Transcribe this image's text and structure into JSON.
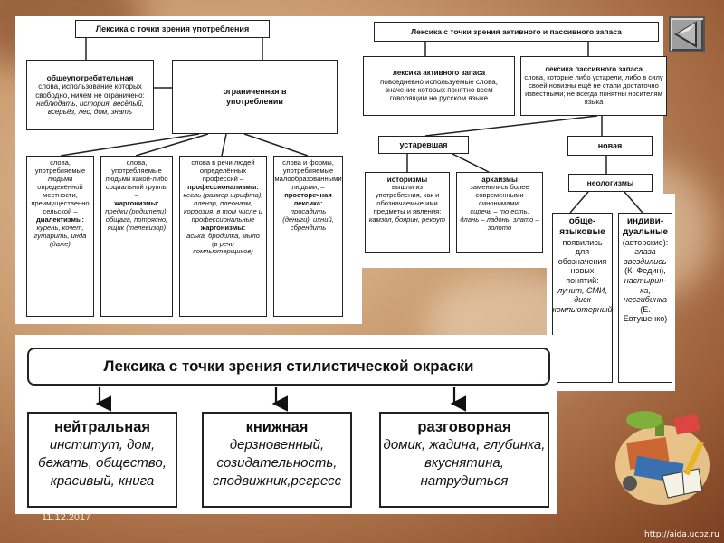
{
  "usage": {
    "title": "Лексика с точки зрения употребления",
    "common": {
      "title": "общеупотребительная",
      "text": "слова, использование которых свободно, ничем не ограничено:",
      "examples": "наблюдать, история, весёлый, всерьёз, лес, дом, знать"
    },
    "restricted": {
      "title": "ограниченная в употреблении"
    },
    "dialect": {
      "text": "слова, употребляемые людьми определённой местности, преимущественно сельской –",
      "term": "диалектизмы:",
      "examples": "курень, кочет, гутарить, инда (даже)"
    },
    "jargon": {
      "text": "слова, употребляемые людьми какой-либо социальной группы –",
      "term": "жаргонизмы:",
      "examples": "предки (родители), общага, потрясно, ящик (телевизор)"
    },
    "professional": {
      "text": "слова в речи людей определённых профессий –",
      "term": "профессионализмы:",
      "examples": "кегль (размер шрифта), пленэр, плеоназм, коррозия, в том числе и профессиональные",
      "term2": "жаргонизмы:",
      "examples2": "аська, бродилка, мыло (в речи компьютерщиков)"
    },
    "vernacular": {
      "text": "слова и формы, употребляемые малообразованными людьми, –",
      "term": "просторечная лексика:",
      "examples": "просадить (деньги), ихний, сбрендить"
    }
  },
  "stock": {
    "title": "Лексика с точки зрения активного и пассивного запаса",
    "active": {
      "title": "лексика активного запаса",
      "text": "повседневно используемые слова, значение которых понятно всем говорящим на русском языке"
    },
    "passive": {
      "title": "лексика пассивного запаса",
      "text": "слова, которые либо устарели, либо в силу своей новизны ещё не стали достаточно известными; не всегда понятны носителям языка"
    },
    "obsolete": "устаревшая",
    "new": "новая",
    "historisms": {
      "title": "историзмы",
      "text": "вышли из употребления, как и обозначаемые ими предметы и явления:",
      "examples": "камзол, боярин, рекрут"
    },
    "archaisms": {
      "title": "архаизмы",
      "text": "заменились более современными синонимами:",
      "examples": "сиречь – то есть, длань – ладонь, злато – золото"
    },
    "neologisms": "неологизмы",
    "common_lang": {
      "title": "обще-языковые",
      "text": "появились для обозначения новых понятий:",
      "examples": "лунит, СМИ, диск (компьютерный)"
    },
    "individual": {
      "title": "индиви-дуальные",
      "text": "(авторские):",
      "examples": "глаза звездились",
      "author1": "(К. Федин),",
      "examples2": "настырин-ка, несгибинка",
      "author2": "(Е. Евтушенко)"
    }
  },
  "style": {
    "title": "Лексика с точки зрения стилистической окраски",
    "neutral": {
      "title": "нейтральная",
      "examples": "институт, дом, бежать, общество, красивый, книга"
    },
    "bookish": {
      "title": "книжная",
      "examples": "дерзновенный, созидательность, сподвижник,регресс"
    },
    "colloquial": {
      "title": "разговорная",
      "examples": "домик, жадина, глубинка, вкуснятина, натрудиться"
    }
  },
  "footer": {
    "date": "11.12.2017",
    "url": "http://aida.ucoz.ru"
  },
  "nav_icon": "back-triangle-icon",
  "decor_icon": "school-supplies-icon"
}
